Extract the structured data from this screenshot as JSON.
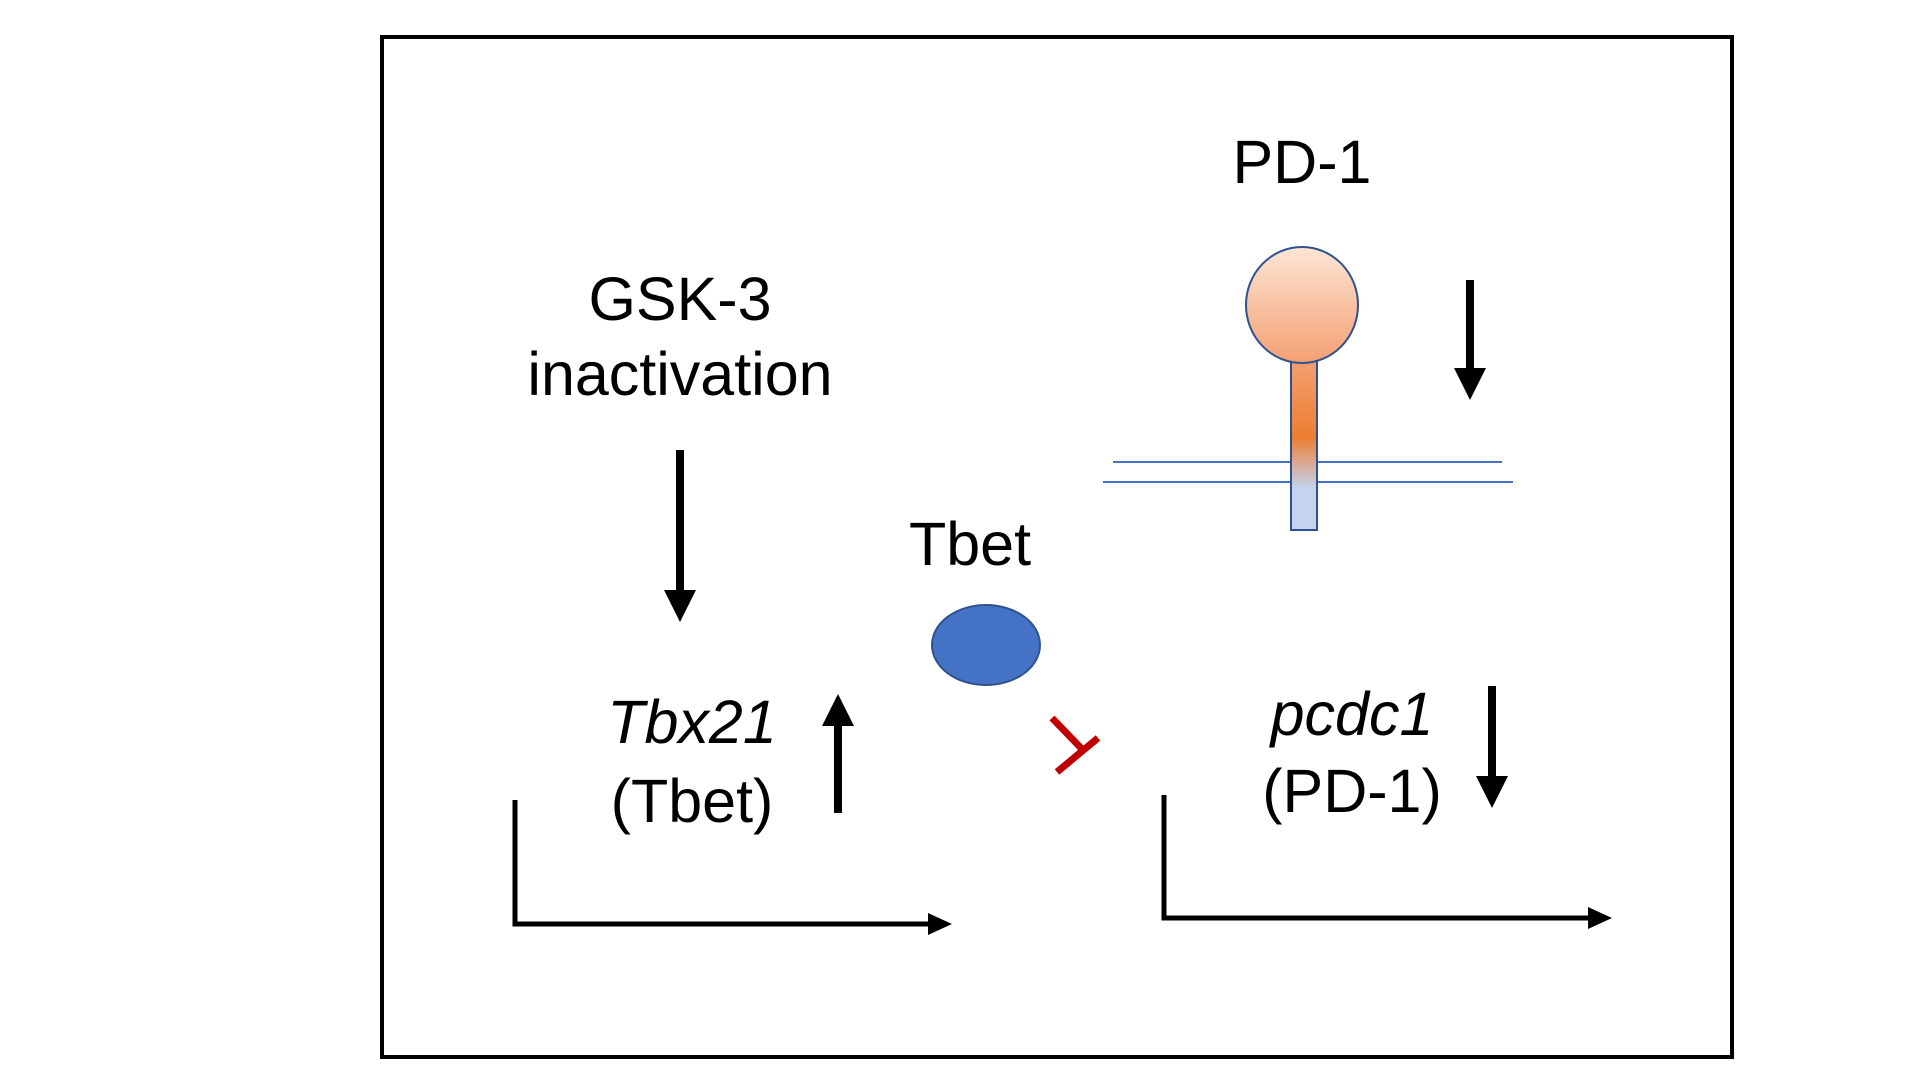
{
  "labels": {
    "gsk3_line1": "GSK-3",
    "gsk3_line2": "inactivation",
    "pd1_receptor": "PD-1",
    "tbet_protein": "Tbet",
    "tbx21_gene": "Tbx21",
    "tbx21_product": "(Tbet)",
    "pcdc1_gene": "pcdc1",
    "pcdc1_product": "(PD-1)"
  },
  "colors": {
    "frame": "#000000",
    "arrow": "#000000",
    "inhibition": "#c00000",
    "tbet_fill": "#4472c4",
    "membrane": "#4472c4",
    "receptor_head_top": "#fde5d6",
    "receptor_head_bottom": "#f4a072",
    "receptor_stalk": "#ed7d31",
    "receptor_tm": "#c5d3ee"
  },
  "icons": {
    "receptor": "pd1-receptor-icon",
    "protein": "tbet-protein-icon",
    "promoter": "promoter-arrow-icon",
    "inhibition": "inhibition-tbar-icon"
  }
}
